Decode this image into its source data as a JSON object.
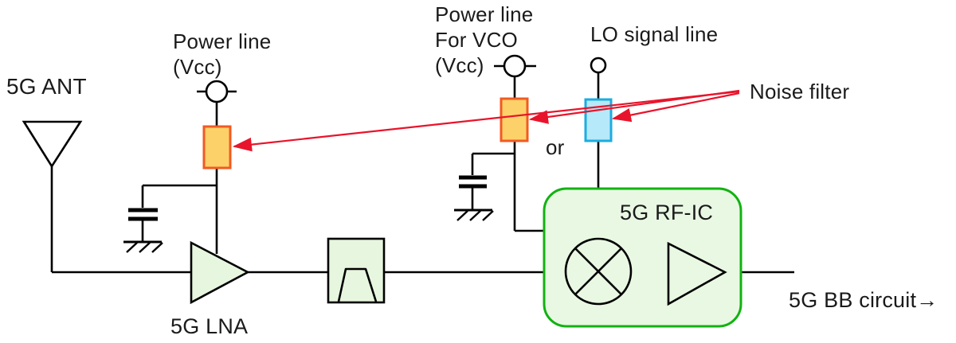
{
  "diagram": {
    "antenna_label": "5G ANT",
    "lna_label": "5G LNA",
    "rfic_label": "5G RF-IC",
    "bb_label": "5G BB circuit→",
    "or_label": "or",
    "noise_filter_label": "Noise filter",
    "power_line_lna": {
      "line1": "Power line",
      "line2": "(Vcc)"
    },
    "power_line_vco": {
      "line1": "Power line",
      "line2": "For VCO",
      "line3": "(Vcc)"
    },
    "lo_label": "LO signal line"
  },
  "colors": {
    "text": "#1a1a1a",
    "wire": "#000000",
    "arrow_red": "#e8142b",
    "power_filter_border": "#f15a22",
    "power_filter_fill": "#fdd169",
    "lo_filter_border": "#1bade0",
    "lo_filter_fill": "#b6e9f9",
    "rfic_border": "#12b212",
    "rfic_fill": "#e9f8e3",
    "component_fill": "#e7f6df"
  }
}
